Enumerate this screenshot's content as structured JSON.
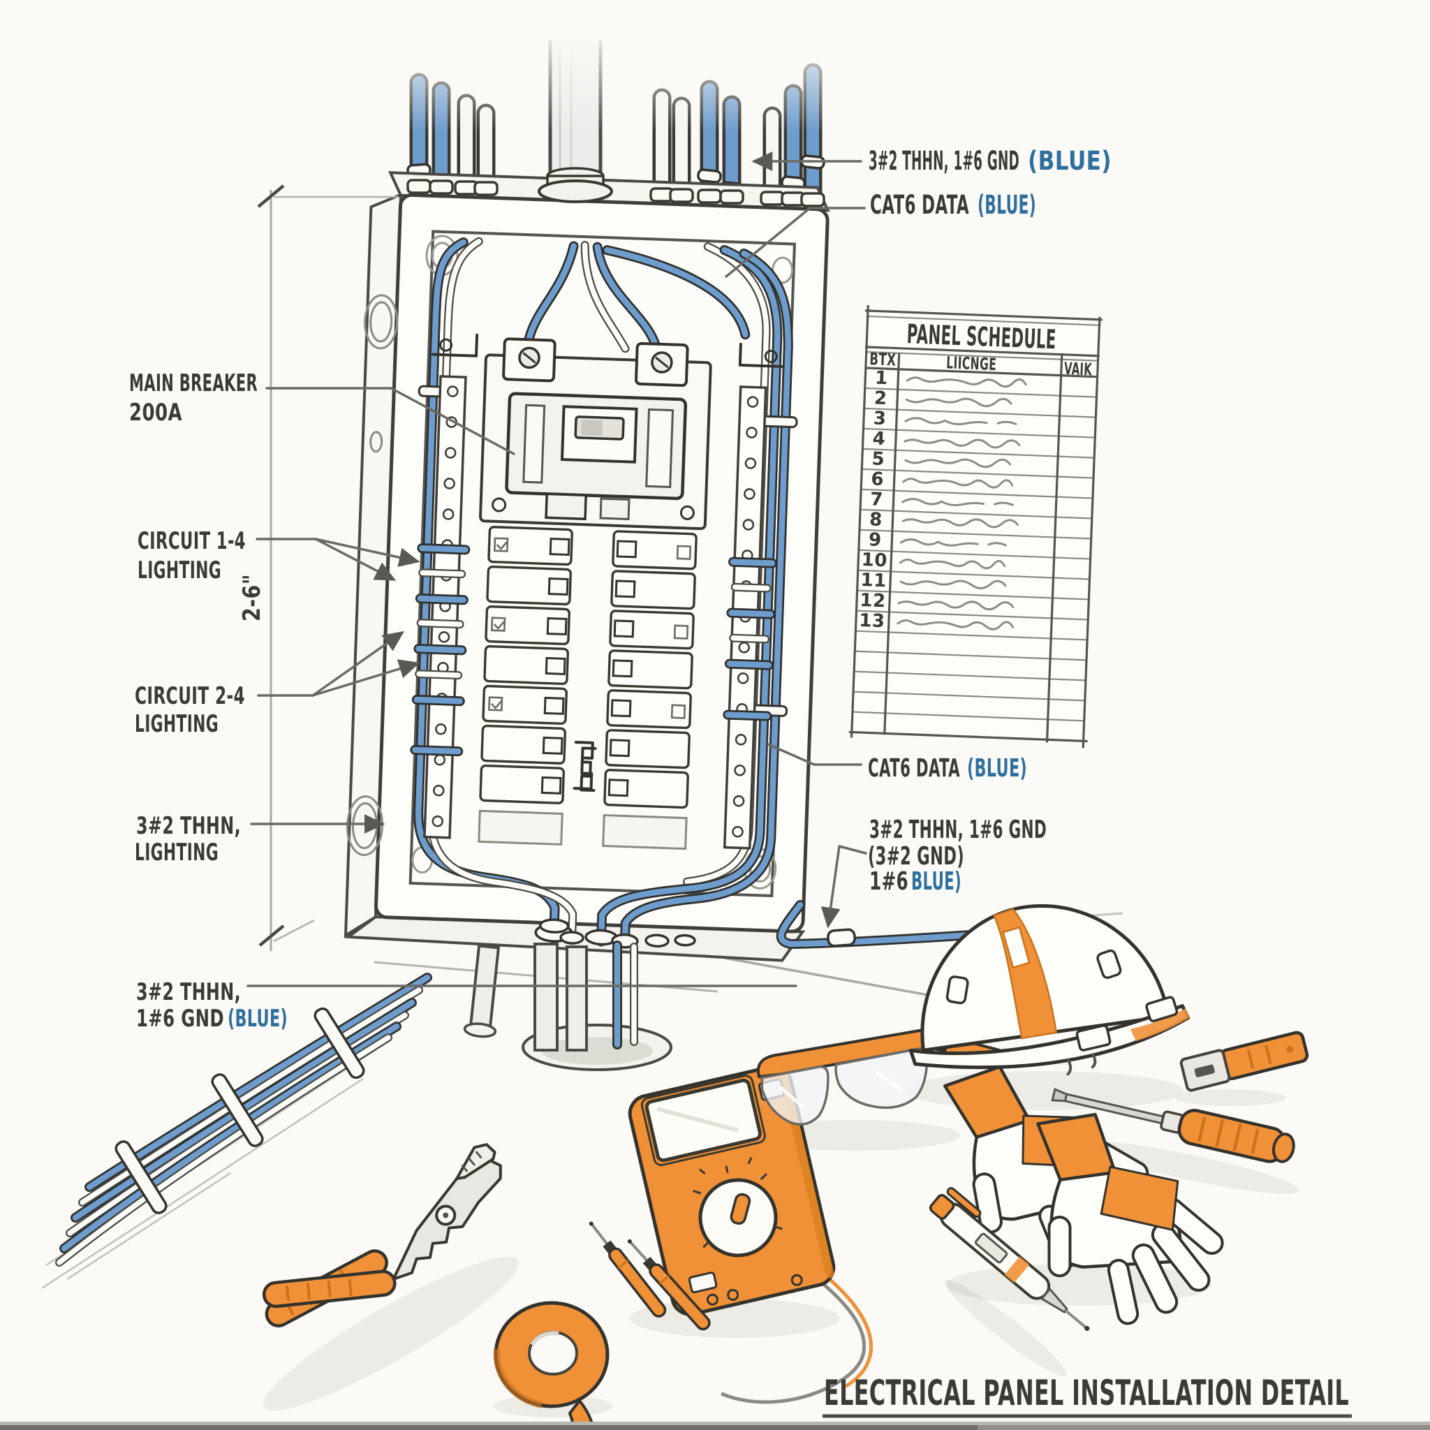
{
  "drawing_title": "ELECTRICAL PANEL INSTALLATION DETAIL",
  "colors": {
    "paper": "#fbfaf6",
    "ink": "#33322d",
    "pencil": "#8d8c86",
    "wire_blue": "#6d9ccd",
    "label_blue": "#2e6f9e",
    "accent_orange": "#ee8f38",
    "text_dark": "#3a3a36"
  },
  "annotations": {
    "feeder_top": {
      "text": "3#2 THHN, 1#6 GND",
      "suffix": "(BLUE)"
    },
    "cat6_top": {
      "text": "CAT6 DATA",
      "suffix": "(BLUE)"
    },
    "main_breaker": {
      "line1": "MAIN BREAKER",
      "line2": "200A"
    },
    "circuit_1_4": {
      "line1": "CIRCUIT 1-4",
      "line2": "LIGHTING"
    },
    "dimension": {
      "text": "2-6\""
    },
    "circuit_2_4": {
      "line1": "CIRCUIT 2-4",
      "line2": "LIGHTING"
    },
    "thhn_lighting": {
      "line1": "3#2 THHN,",
      "line2": "LIGHTING"
    },
    "thhn_gnd_blue": {
      "line1": "3#2 THHN,",
      "line2": "1#6 GND ",
      "line2_suffix": "(BLUE)"
    },
    "cat6_mid": {
      "text": "CAT6 DATA ",
      "suffix": "(BLUE)"
    },
    "feeder_bottom": {
      "line1": "3#2 THHN, 1#6 GND",
      "line2": "(3#2 GND)",
      "line3": "1#6 ",
      "line3_suffix": "BLUE)"
    }
  },
  "schedule": {
    "title": "PANEL SCHEDULE",
    "columns": [
      "BTX",
      "LIICNGE",
      "VAIK"
    ],
    "rows": [
      "1",
      "2",
      "3",
      "4",
      "5",
      "6",
      "7",
      "8",
      "9",
      "10",
      "11",
      "12",
      "13"
    ],
    "empty_row_count": 5
  },
  "illustrations": {
    "equipment": [
      "electrical-panel",
      "main-breaker",
      "branch-breakers",
      "bus-bars",
      "top-conduits",
      "blue-feeder-wires",
      "cat6-cables",
      "floor-penetration",
      "wire-bundle"
    ],
    "tools": [
      "wire-strippers",
      "electrical-tape",
      "multimeter",
      "test-probes",
      "safety-glasses",
      "hard-hat",
      "work-gloves",
      "screwdriver",
      "voltage-tester",
      "utility-knife"
    ]
  }
}
